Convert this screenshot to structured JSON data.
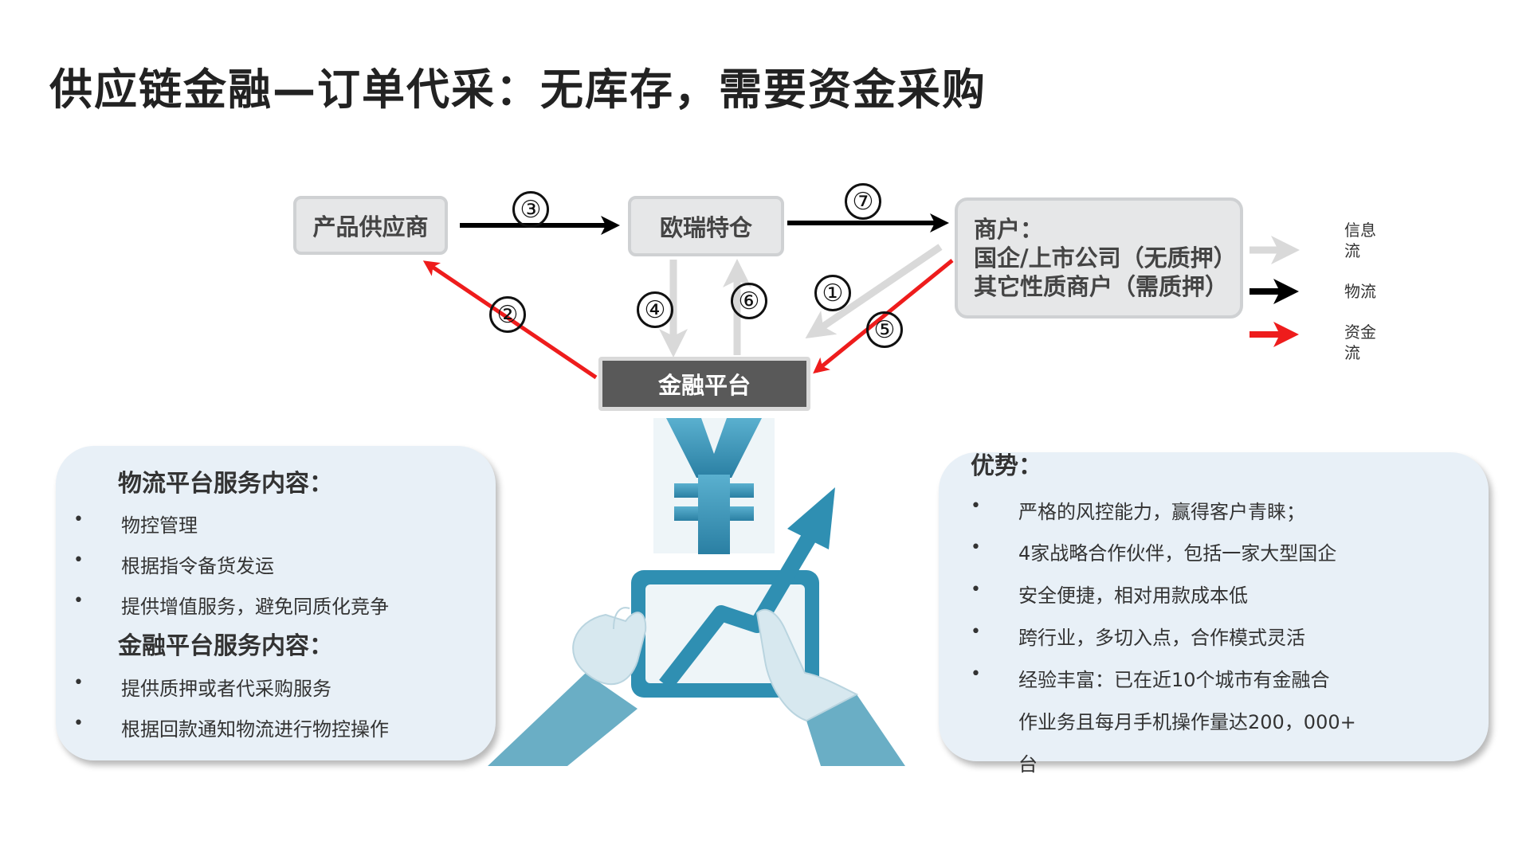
{
  "title": "供应链金融—订单代采：无库存，需要资金采购",
  "nodes": {
    "supplier": "产品供应商",
    "warehouse": "欧瑞特仓",
    "merchant": {
      "line1": "商户：",
      "line2": "国企/上市公司（无质押）",
      "line3": "其它性质商户（需质押）"
    },
    "platform": "金融平台"
  },
  "step_numbers": [
    "①",
    "②",
    "③",
    "④",
    "⑤",
    "⑥",
    "⑦"
  ],
  "legend": {
    "info": "信息流",
    "logistics": "物流",
    "capital": "资金流"
  },
  "colors": {
    "info_flow": "#d9d9d9",
    "logistics_flow": "#000000",
    "capital_flow": "#ee1c1c",
    "illustration": "#3f95b5"
  },
  "left_panel": {
    "heading1": "物流平台服务内容：",
    "items1": [
      "物控管理",
      "根据指令备货发运",
      "提供增值服务，避免同质化竞争"
    ],
    "heading2": "金融平台服务内容：",
    "items2": [
      "提供质押或者代采购服务",
      "根据回款通知物流进行物控操作"
    ]
  },
  "right_panel": {
    "heading": "优势：",
    "items": [
      "严格的风控能力，赢得客户青睐；",
      "4家战略合作伙伴，包括一家大型国企",
      "安全便捷，相对用款成本低",
      "跨行业，多切入点，合作模式灵活",
      "经验丰富：已在近10个城市有金融合"
    ],
    "continuation1": "作业务且每月手机操作量达200，000+",
    "continuation2": "台"
  },
  "bullet_symbol": "•",
  "illustration_icons": [
    "yen-icon",
    "phone-icon",
    "arrow-up-icon",
    "hand-icon"
  ]
}
